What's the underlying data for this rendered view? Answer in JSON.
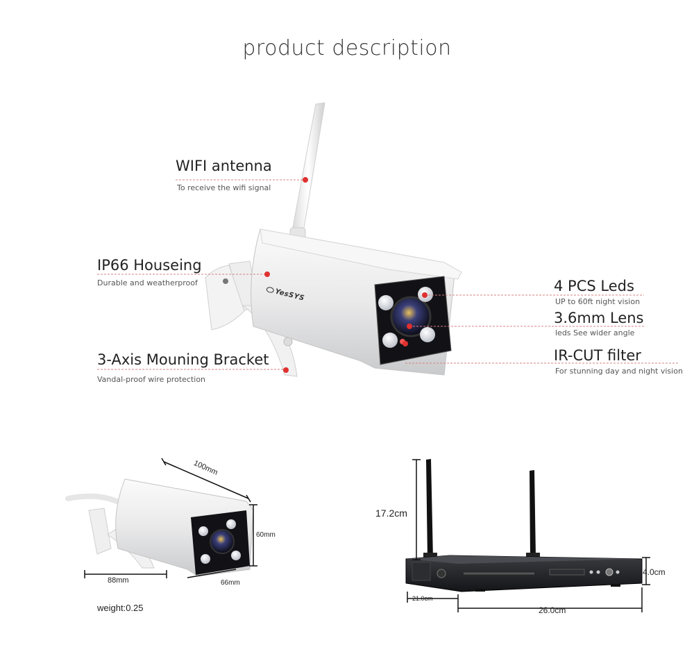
{
  "page_title": "product description",
  "brand": {
    "logo_text": "YesSYS"
  },
  "features": {
    "wifi": {
      "title": "WIFI antenna",
      "subtitle": "To receive the wifi signal"
    },
    "housing": {
      "title": "IP66 Houseing",
      "subtitle": "Durable and weatherproof"
    },
    "bracket": {
      "title": "3-Axis Mouning Bracket",
      "subtitle": "Vandal-proof wire protection"
    },
    "leds": {
      "title": "4 PCS Leds",
      "subtitle": "UP to 60ft night vision"
    },
    "lens": {
      "title": "3.6mm Lens",
      "subtitle": "leds See wider angle"
    },
    "ircut": {
      "title": "IR-CUT filter",
      "subtitle": "For stunning day and night vision"
    }
  },
  "camera_dimensions": {
    "length": "100mm",
    "height": "60mm",
    "width": "66mm",
    "bracket": "88mm",
    "weight": "weight:0.25"
  },
  "nvr_dimensions": {
    "height": "17.2cm",
    "depth": "21.0cm",
    "width": "26.0cm",
    "thickness": "4.0cm"
  },
  "colors": {
    "accent": "#e03030",
    "leader_line": "#d88080",
    "nvr_body": "#1c1e22"
  }
}
